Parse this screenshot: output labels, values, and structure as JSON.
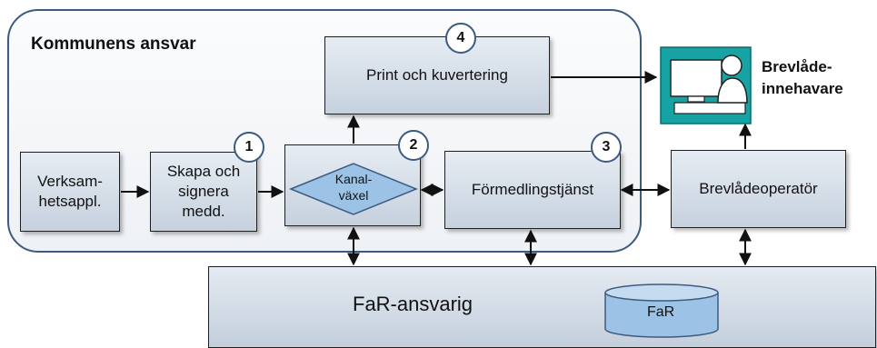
{
  "region": {
    "title": "Kommunens ansvar"
  },
  "boxes": {
    "verksamhet": "Verksam-\nhetsappl.",
    "skapa": "Skapa och\nsignera\nmedd.",
    "kanalvaxel": "Kanal-\nväxel",
    "formedling": "Förmedlingstjänst",
    "print": "Print och kuvertering",
    "brevladeoperator": "Brevlådeoperatör"
  },
  "badges": {
    "b1": "1",
    "b2": "2",
    "b3": "3",
    "b4": "4"
  },
  "user": {
    "label": "Brevlåde-\ninnehavare"
  },
  "far": {
    "label": "FaR-ansvarig",
    "db_label": "FaR"
  },
  "colors": {
    "region_border": "#3d5a80",
    "box_fill": "#d5dde7",
    "diamond_fill": "#9cc3e6",
    "db_fill": "#9cc3e6",
    "user_icon_bg": "#17a3a3"
  }
}
